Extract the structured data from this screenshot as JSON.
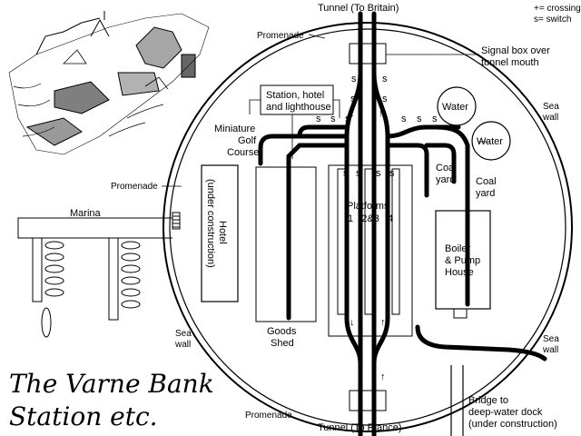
{
  "title": {
    "line1": "The Varne Bank",
    "line2": "Station etc."
  },
  "legend": {
    "crossing": "+= crossing",
    "switch": "s= switch"
  },
  "labels": {
    "tunnel_britain": "Tunnel (To Britain)",
    "tunnel_france": "Tunnel (To France)",
    "promenade_top": "Promenade",
    "promenade_left": "Promenade",
    "promenade_bottom": "Promenade",
    "signal_box_1": "Signal box over",
    "signal_box_2": "tunnel mouth",
    "station_hotel_1": "Station, hotel",
    "station_hotel_2": "and lighthouse",
    "water_1": "Water",
    "water_2": "Water",
    "sea_wall_right_top_1": "Sea",
    "sea_wall_right_top_2": "wall",
    "sea_wall_right_bottom_1": "Sea",
    "sea_wall_right_bottom_2": "wall",
    "sea_wall_left_1": "Sea",
    "sea_wall_left_2": "wall",
    "mini_golf_1": "Miniature",
    "mini_golf_2": "Golf",
    "mini_golf_3": "Course",
    "coal_yard_left_1": "Coal",
    "coal_yard_left_2": "yard",
    "coal_yard_right_1": "Coal",
    "coal_yard_right_2": "yard",
    "marina": "Marina",
    "hotel": "Hotel",
    "hotel_sub": "(under construction)",
    "platforms": "Platforms",
    "platform_numbers": "1   2&3   4",
    "boiler_1": "Boiler",
    "boiler_2": "& Pump",
    "boiler_3": "House",
    "goods_shed_1": "Goods",
    "goods_shed_2": "Shed",
    "bridge_1": "Bridge to",
    "bridge_2": "deep-water dock",
    "bridge_3": "(under construction)",
    "switch_mark": "s",
    "arrow_down": "↓",
    "arrow_up": "↑"
  }
}
